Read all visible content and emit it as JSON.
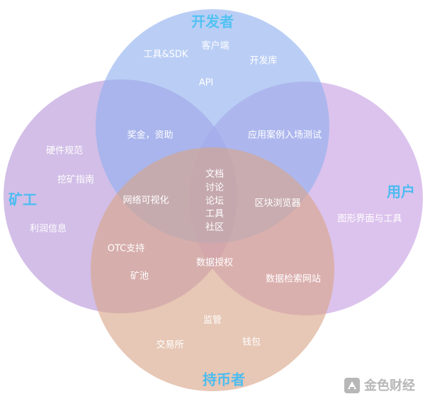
{
  "colors": {
    "developer": "#8fb0ef",
    "user": "#c69ee2",
    "miner": "#b796d8",
    "holder": "#d9a488",
    "title": "#4bbcf1",
    "logo": "#b7b7b7"
  },
  "circles": {
    "developer": {
      "title": "开发者"
    },
    "miner": {
      "title": "矿工"
    },
    "user": {
      "title": "用户"
    },
    "holder": {
      "title": "持币者"
    }
  },
  "labels": {
    "dev_tools": "工具&SDK",
    "dev_client": "客户端",
    "dev_library": "开发库",
    "dev_api": "API",
    "dev_miner": "奖金，资助",
    "dev_user": "应用案例入场测试",
    "miner_hardware": "硬件规范",
    "miner_guide": "挖矿指南",
    "miner_profit": "利润信息",
    "miner_dev_holder": "网络可视化",
    "center_1": "文档",
    "center_2": "讨论",
    "center_3": "论坛",
    "center_4": "工具",
    "center_5": "社区",
    "dev_user_holder": "区块浏览器",
    "user_gui": "图形界面与工具",
    "miner_holder_otc": "OTC支持",
    "miner_holder_pool": "矿池",
    "miner_user_holder": "数据授权",
    "user_holder": "数据检索网站",
    "holder_regulation": "监管",
    "holder_exchange": "交易所",
    "holder_wallet": "钱包"
  },
  "logo": {
    "text": "金色财经"
  }
}
